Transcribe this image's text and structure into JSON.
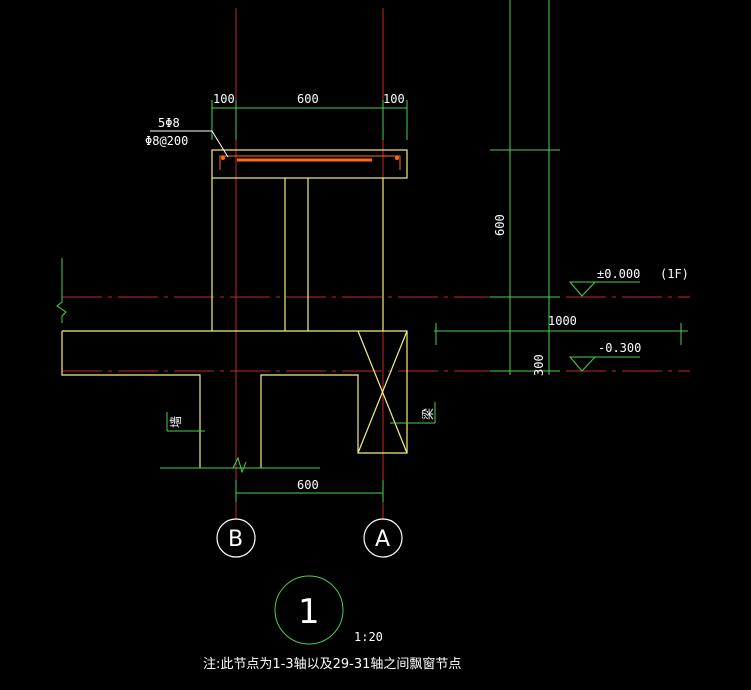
{
  "colors": {
    "background": "#000000",
    "axis_line": "#c0272d",
    "structure": "#f5f07a",
    "dimension": "#4cd24c",
    "rebar": "#ff6a1a",
    "text": "#ffffff"
  },
  "top_dims": {
    "left": "100",
    "middle": "600",
    "right": "100"
  },
  "rebar_labels": {
    "main": "5Φ8",
    "stirrup": "Φ8@200"
  },
  "vertical_dims": {
    "upper": "600",
    "lower": "300"
  },
  "horizontal_dim_right": "1000",
  "elevations": {
    "top": "±0.000",
    "floor_tag": "(1F)",
    "bottom": "-0.300"
  },
  "bottom_dim": "600",
  "side_marks": {
    "left": "墙",
    "right": "梁"
  },
  "axis_labels": {
    "b": "B",
    "a": "A"
  },
  "detail": {
    "number": "1",
    "scale": "1:20"
  },
  "note": "注:此节点为1-3轴以及29-31轴之间飘窗节点"
}
